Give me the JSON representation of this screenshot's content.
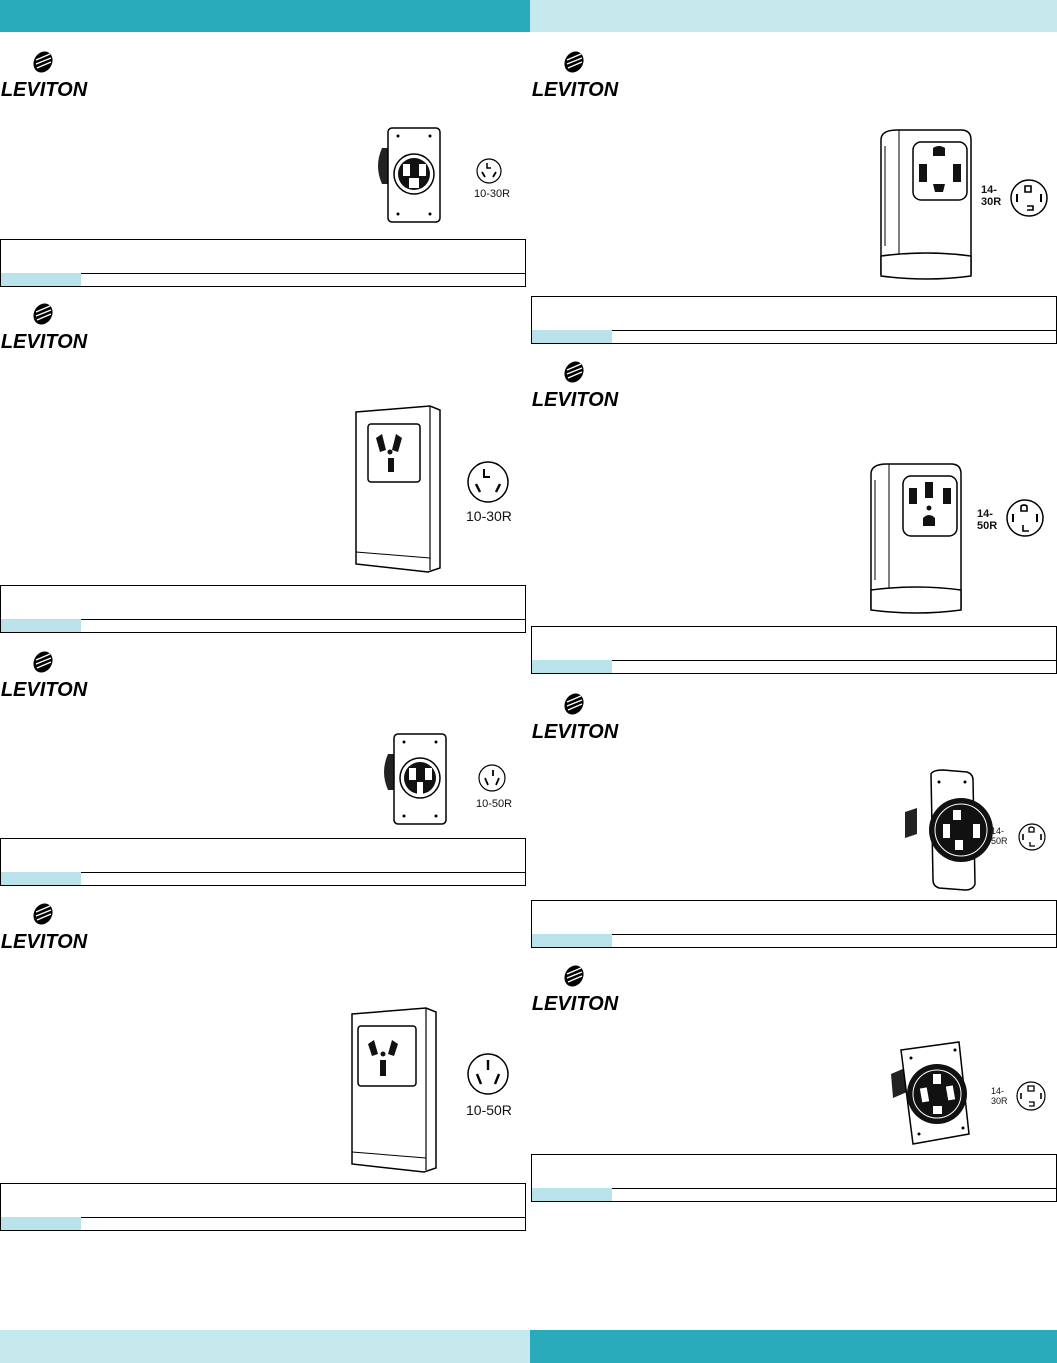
{
  "colors": {
    "band_dark": "#2aabbb",
    "band_light": "#c6e9ee",
    "spec_tab": "#b9e2ea"
  },
  "brand": {
    "name": "LEVITON"
  },
  "cards": [
    {
      "id": "left-1",
      "product_style": "flush-3wire",
      "config_label": "10-30R"
    },
    {
      "id": "left-2",
      "product_style": "surface-3wire-tall",
      "config_label": "10-30R"
    },
    {
      "id": "left-3",
      "product_style": "flush-3wire",
      "config_label": "10-50R"
    },
    {
      "id": "left-4",
      "product_style": "surface-3wire-tall",
      "config_label": "10-50R"
    },
    {
      "id": "right-1",
      "product_style": "surface-4wire",
      "config_label": "14-\n30R"
    },
    {
      "id": "right-2",
      "product_style": "surface-4wire",
      "config_label": "14-\n50R"
    },
    {
      "id": "right-3",
      "product_style": "flush-4wire",
      "config_label": "14-\n50R"
    },
    {
      "id": "right-4",
      "product_style": "flush-4wire",
      "config_label": "14-\n30R"
    }
  ]
}
